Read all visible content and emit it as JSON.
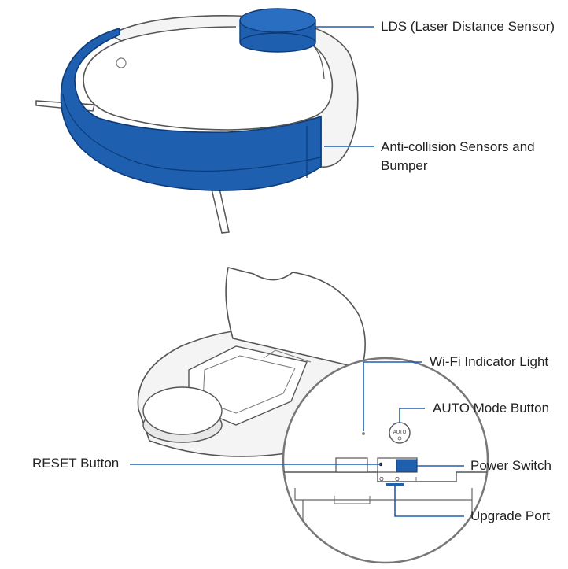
{
  "colors": {
    "accent": "#1f5fb0",
    "accent_dark": "#0d3b78",
    "outline": "#555555",
    "body": "#f4f4f4"
  },
  "labels": {
    "lds": "LDS (Laser Distance Sensor)",
    "anti_collision_line1": "Anti-collision Sensors and",
    "anti_collision_line2": "Bumper",
    "wifi": "Wi-Fi Indicator Light",
    "auto_mode": "AUTO Mode Button",
    "reset": "RESET Button",
    "power_switch": "Power Switch",
    "upgrade_port": "Upgrade Port"
  },
  "device_marks": {
    "auto_button_text": "AUTO",
    "switch_off": "O",
    "switch_on": "I"
  }
}
